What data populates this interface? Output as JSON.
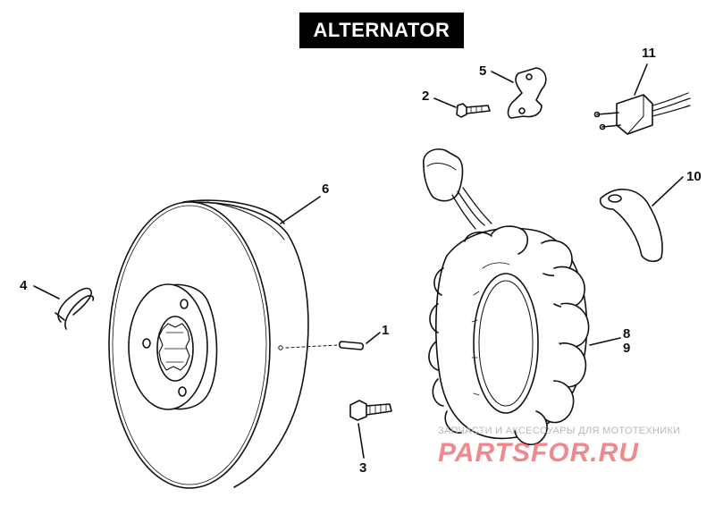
{
  "title": "ALTERNATOR",
  "callouts": {
    "c1": "1",
    "c2": "2",
    "c3": "3",
    "c4": "4",
    "c5": "5",
    "c6": "6",
    "c8": "8",
    "c9": "9",
    "c10": "10",
    "c11": "11"
  },
  "watermark": {
    "tagline": "ЗАПЧАСТИ И АКСЕССУАРЫ ДЛЯ МОТОТЕХНИКИ",
    "logo": "PARTSFOR.RU"
  },
  "colors": {
    "ink": "#111111",
    "title_bg": "#000000",
    "title_text": "#ffffff",
    "watermark": "#e12832"
  }
}
